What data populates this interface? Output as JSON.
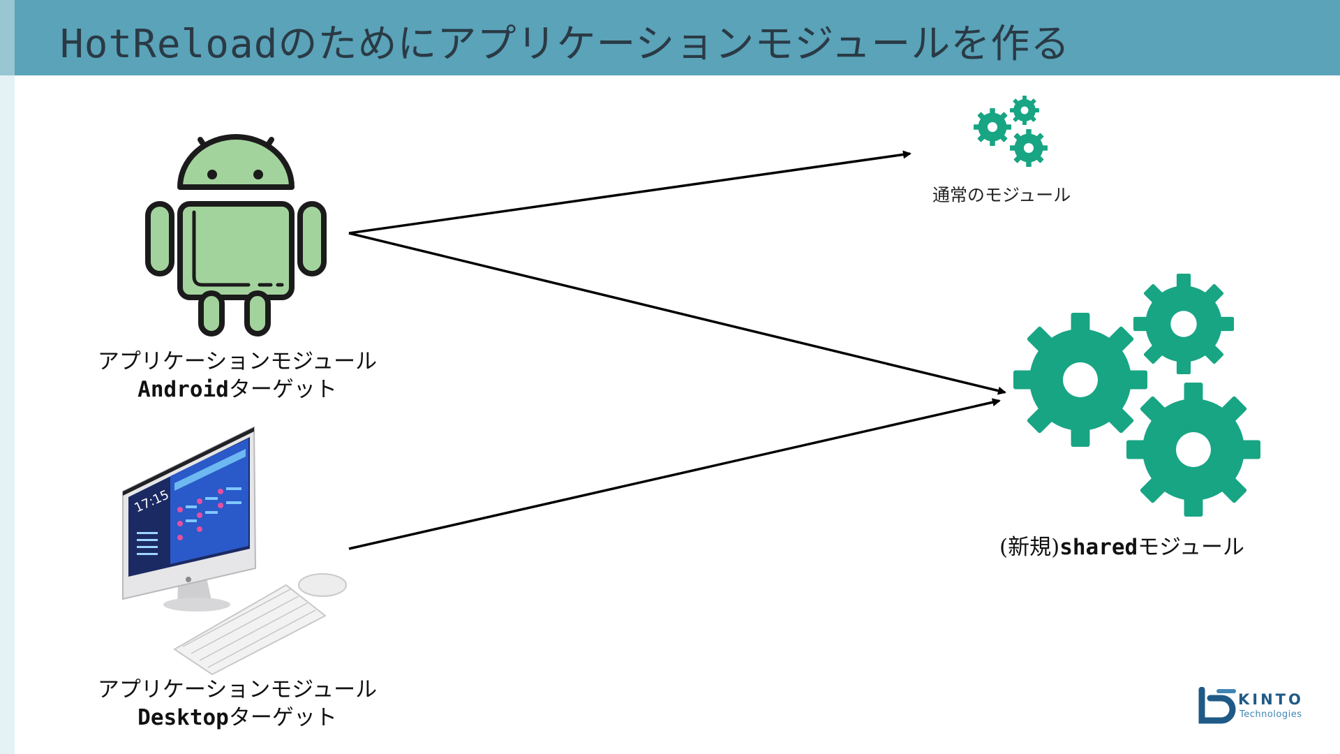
{
  "header": {
    "title_ascii": "HotReload",
    "title_jp": "のためにアプリケーションモジュールを作る"
  },
  "nodes": {
    "android": {
      "line1": "アプリケーションモジュール",
      "line2_ascii": "Android",
      "line2_jp": "ターゲット"
    },
    "desktop": {
      "line1": "アプリケーションモジュール",
      "line2_ascii": "Desktop",
      "line2_jp": "ターゲット"
    },
    "desktop_screen_time": "17:15",
    "normal_module": {
      "label": "通常のモジュール"
    },
    "shared_module": {
      "prefix": "(新規)",
      "ascii": "shared",
      "suffix": "モジュール"
    }
  },
  "edges": [
    {
      "from": "android",
      "to": "normal_module"
    },
    {
      "from": "android",
      "to": "shared_module"
    },
    {
      "from": "desktop",
      "to": "shared_module"
    }
  ],
  "logo": {
    "name": "KINTO",
    "sub": "Technologies"
  },
  "colors": {
    "header_bg": "#5aa3b9",
    "gear": "#18a584",
    "android_green": "#a3d39c",
    "arrow": "#000000"
  },
  "icons": [
    "android-robot-icon",
    "desktop-computer-icon",
    "gear-cluster-icon"
  ]
}
